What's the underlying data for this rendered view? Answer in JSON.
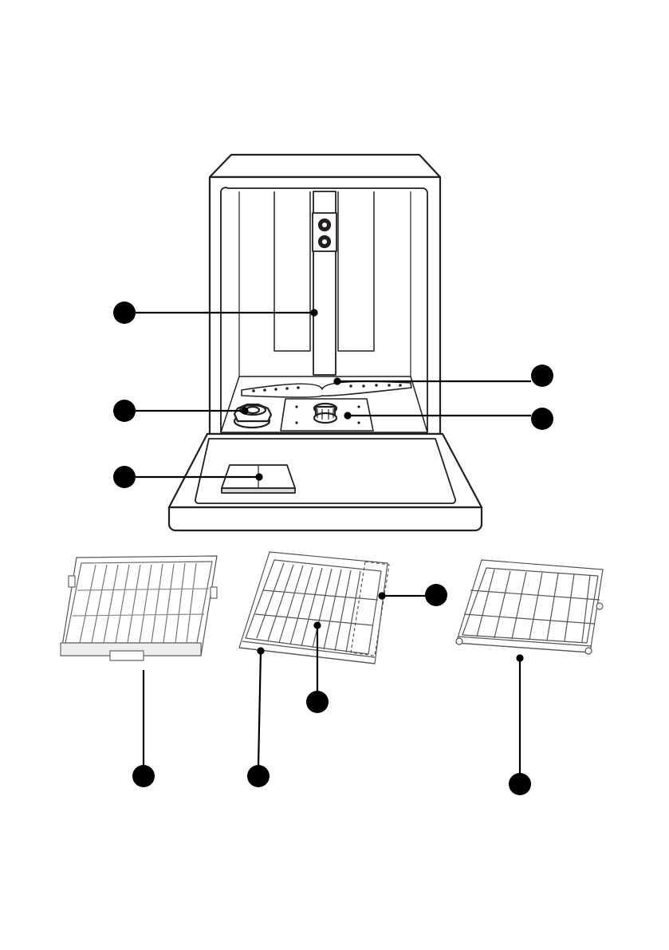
{
  "diagram": {
    "subject": "dishwasher-parts-overview",
    "components": [
      {
        "id": "upper-spray-arm",
        "icon": "spray-arm-icon"
      },
      {
        "id": "salt-container",
        "icon": "salt-cap-icon"
      },
      {
        "id": "detergent-dispenser",
        "icon": "dispenser-icon"
      },
      {
        "id": "lower-spray-arm",
        "icon": "spray-arm-icon"
      },
      {
        "id": "filter-assembly",
        "icon": "filter-icon"
      },
      {
        "id": "cutlery-tray",
        "icon": "cutlery-tray-icon"
      },
      {
        "id": "upper-basket",
        "icon": "basket-icon"
      },
      {
        "id": "cup-shelf",
        "icon": "shelf-icon"
      },
      {
        "id": "upper-basket-tines",
        "icon": "tines-icon"
      },
      {
        "id": "lower-basket",
        "icon": "basket-icon"
      }
    ],
    "colors": {
      "line": "#231f20",
      "marker": "#000000",
      "background": "#ffffff",
      "panel": "#e6e6e6"
    }
  }
}
